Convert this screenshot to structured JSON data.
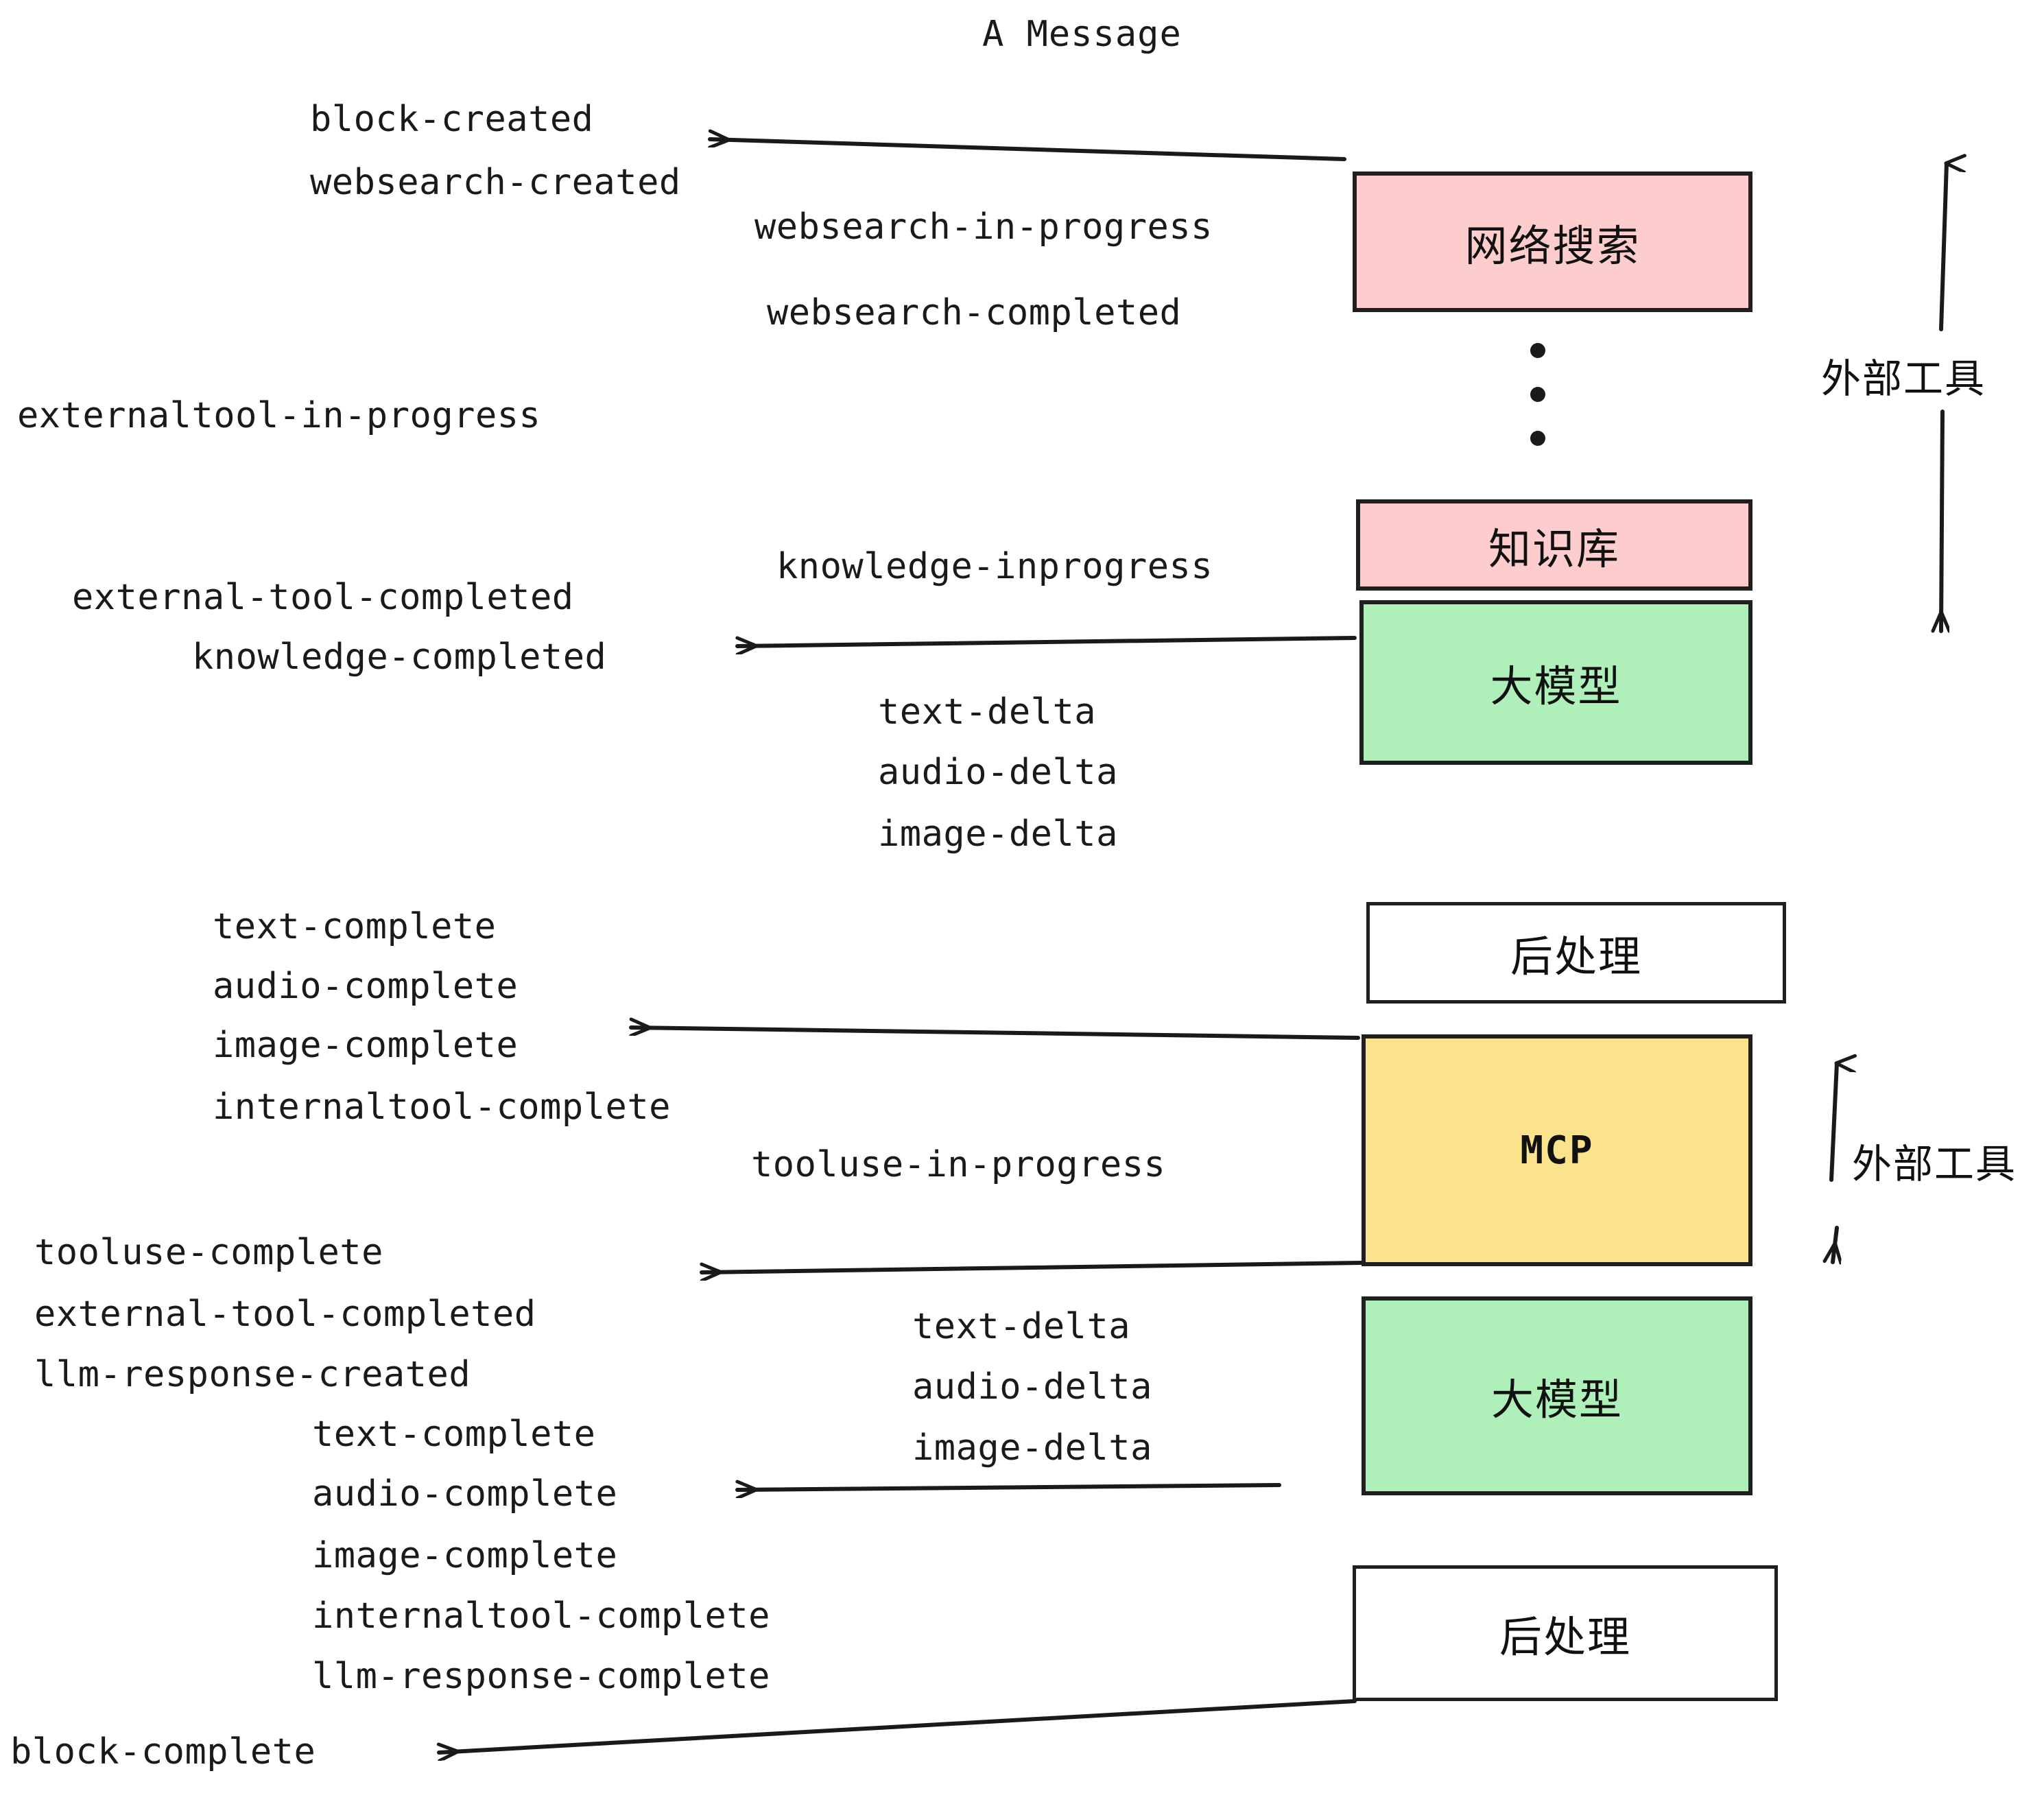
{
  "diagram": {
    "title": "A Message",
    "colors": {
      "pink": "#FDCDCD",
      "green": "#AFF0BA",
      "yellow": "#FAE38C",
      "white": "#FFFFFF",
      "stroke": "#1F1F1F",
      "text": "#1A1A1A"
    },
    "nodes": [
      {
        "id": "websearch",
        "label": "网络搜索",
        "fill": "#FDCDCD"
      },
      {
        "id": "knowledge",
        "label": "知识库",
        "fill": "#FDCDCD"
      },
      {
        "id": "llm-1",
        "label": "大模型",
        "fill": "#AFF0BA"
      },
      {
        "id": "postproc-1",
        "label": "后处理",
        "fill": "#FFFFFF"
      },
      {
        "id": "mcp",
        "label": "MCP",
        "fill": "#FAE38C"
      },
      {
        "id": "llm-2",
        "label": "大模型",
        "fill": "#AFF0BA"
      },
      {
        "id": "postproc-2",
        "label": "后处理",
        "fill": "#FFFFFF"
      }
    ],
    "side_labels": [
      {
        "id": "external-tools-top",
        "label": "外部工具"
      },
      {
        "id": "external-tools-bottom",
        "label": "外部工具"
      }
    ],
    "ellipsis": "⋮",
    "events": {
      "block_created": "block-created",
      "websearch_created": "websearch-created",
      "websearch_in_progress": "websearch-in-progress",
      "websearch_completed": "websearch-completed",
      "externaltool_in_progress": "externaltool-in-progress",
      "knowledge_inprogress": "knowledge-inprogress",
      "external_tool_completed_1": "external-tool-completed",
      "knowledge_completed": "knowledge-completed",
      "text_delta_1": "text-delta",
      "audio_delta_1": "audio-delta",
      "image_delta_1": "image-delta",
      "text_complete_1": "text-complete",
      "audio_complete_1": "audio-complete",
      "image_complete_1": "image-complete",
      "internaltool_complete_1": "internaltool-complete",
      "tooluse_in_progress": "tooluse-in-progress",
      "tooluse_complete": "tooluse-complete",
      "external_tool_completed_2": "external-tool-completed",
      "llm_response_created": "llm-response-created",
      "text_delta_2": "text-delta",
      "audio_delta_2": "audio-delta",
      "image_delta_2": "image-delta",
      "text_complete_2": "text-complete",
      "audio_complete_2": "audio-complete",
      "image_complete_2": "image-complete",
      "internaltool_complete_2": "internaltool-complete",
      "llm_response_complete": "llm-response-complete",
      "block_complete": "block-complete"
    }
  }
}
